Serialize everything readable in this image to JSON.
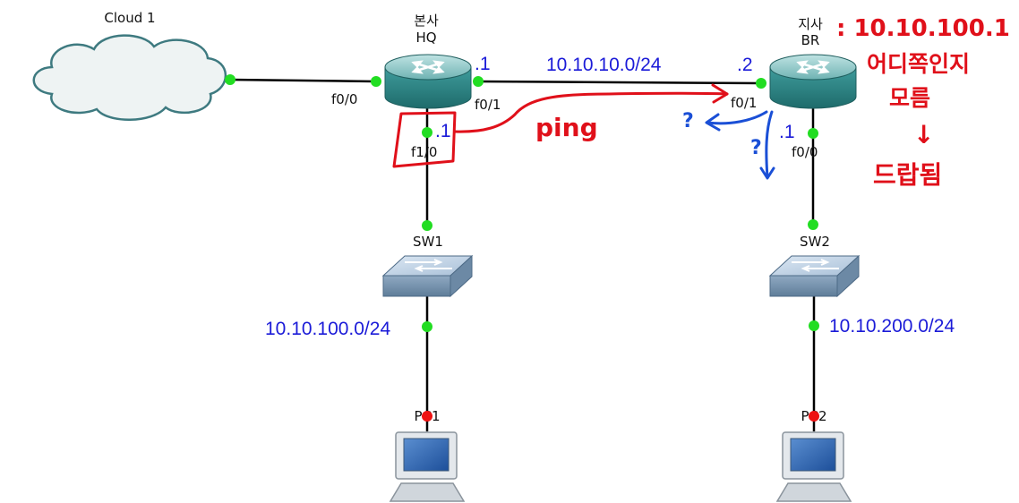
{
  "devices": {
    "cloud": {
      "label": "Cloud 1"
    },
    "hq": {
      "label_ko": "본사",
      "label": "HQ"
    },
    "br": {
      "label_ko": "지사",
      "label": "BR"
    },
    "sw1": {
      "label": "SW1"
    },
    "sw2": {
      "label": "SW2"
    },
    "pc1": {
      "label": "PC1"
    },
    "pc2": {
      "label": "PC2"
    }
  },
  "interfaces": {
    "hq_f0_0": "f0/0",
    "hq_f0_1": "f0/1",
    "hq_f1_0": "f1/0",
    "br_f0_1": "f0/1",
    "br_f0_0": "f0/0"
  },
  "ips": {
    "hq_wan": ".1",
    "br_wan": ".2",
    "hq_lan": ".1",
    "br_lan": ".1"
  },
  "networks": {
    "wan": "10.10.10.0/24",
    "lan_hq": "10.10.100.0/24",
    "lan_br": "10.10.200.0/24"
  },
  "annotations": {
    "ping": "ping",
    "question_1": "?",
    "question_2": "?",
    "note_ip": ": 10.10.100.1",
    "note_line1": "어디쪽인지",
    "note_line2": "모름",
    "note_arrow": "↓",
    "note_line3": "드랍됨"
  },
  "colors": {
    "link_dot_up": "#22dd22",
    "link_dot_down": "#ee1111",
    "annotation_red": "#e0101a",
    "annotation_blue": "#1a4fd6",
    "network_text": "#1b1bd8",
    "router_body": "#2f8c8c",
    "switch_body": "#7f9cb8"
  }
}
